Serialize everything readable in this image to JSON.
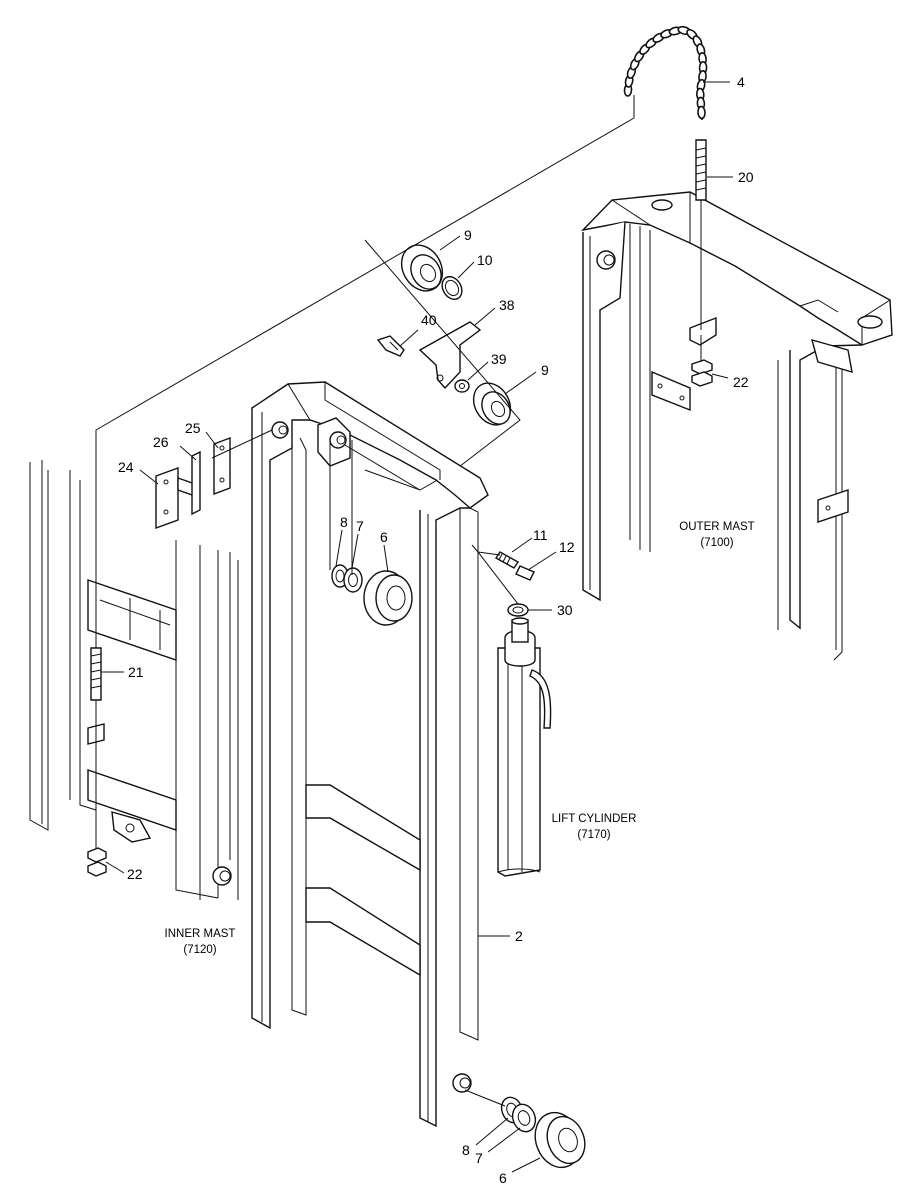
{
  "parts": [
    {
      "id": "p4",
      "number": "4"
    },
    {
      "id": "p20",
      "number": "20"
    },
    {
      "id": "p9a",
      "number": "9"
    },
    {
      "id": "p10",
      "number": "10"
    },
    {
      "id": "p38",
      "number": "38"
    },
    {
      "id": "p40",
      "number": "40"
    },
    {
      "id": "p39",
      "number": "39"
    },
    {
      "id": "p9b",
      "number": "9"
    },
    {
      "id": "p22a",
      "number": "22"
    },
    {
      "id": "p25",
      "number": "25"
    },
    {
      "id": "p26",
      "number": "26"
    },
    {
      "id": "p24",
      "number": "24"
    },
    {
      "id": "p8a",
      "number": "8"
    },
    {
      "id": "p7a",
      "number": "7"
    },
    {
      "id": "p6a",
      "number": "6"
    },
    {
      "id": "p11",
      "number": "11"
    },
    {
      "id": "p12",
      "number": "12"
    },
    {
      "id": "p30",
      "number": "30"
    },
    {
      "id": "p21",
      "number": "21"
    },
    {
      "id": "p22b",
      "number": "22"
    },
    {
      "id": "p2",
      "number": "2"
    },
    {
      "id": "p8b",
      "number": "8"
    },
    {
      "id": "p7b",
      "number": "7"
    },
    {
      "id": "p6b",
      "number": "6"
    }
  ],
  "assemblies": {
    "outer_mast": {
      "name": "OUTER MAST",
      "code": "(7100)"
    },
    "lift_cylinder": {
      "name": "LIFT CYLINDER",
      "code": "(7170)"
    },
    "inner_mast": {
      "name": "INNER MAST",
      "code": "(7120)"
    }
  }
}
